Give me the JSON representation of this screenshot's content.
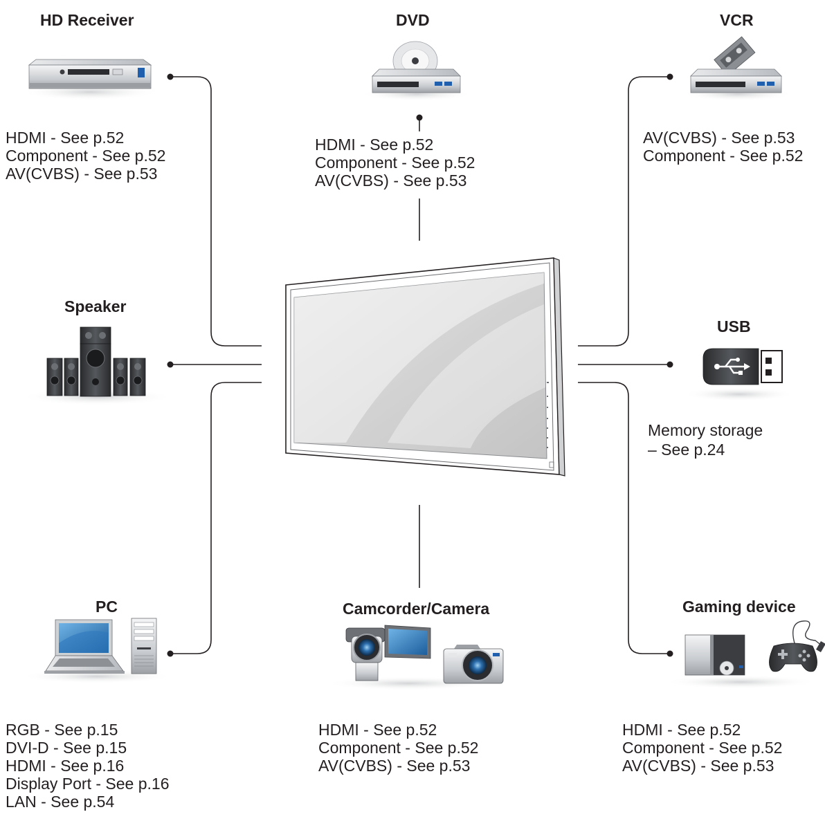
{
  "devices": {
    "hd_receiver": {
      "title": "HD Receiver",
      "lines": [
        "HDMI - See p.52",
        "Component - See p.52",
        "AV(CVBS) - See p.53"
      ]
    },
    "dvd": {
      "title": "DVD",
      "lines": [
        "HDMI - See p.52",
        "Component - See p.52",
        "AV(CVBS) - See p.53"
      ]
    },
    "vcr": {
      "title": "VCR",
      "lines": [
        "AV(CVBS) - See p.53",
        "Component - See p.52"
      ]
    },
    "speaker": {
      "title": "Speaker"
    },
    "usb": {
      "title": "USB",
      "lines": [
        "Memory storage",
        "– See p.24"
      ]
    },
    "pc": {
      "title": "PC",
      "lines": [
        "RGB - See p.15",
        "DVI-D - See p.15",
        "HDMI - See p.16",
        "Display Port - See p.16",
        "LAN - See p.54"
      ]
    },
    "camcorder": {
      "title": "Camcorder/Camera",
      "lines": [
        "HDMI - See p.52",
        "Component - See p.52",
        "AV(CVBS) - See p.53"
      ]
    },
    "gaming": {
      "title": "Gaming device",
      "lines": [
        "HDMI - See p.52",
        "Component - See p.52",
        "AV(CVBS) - See p.53"
      ]
    }
  },
  "colors": {
    "line": "#231f20",
    "device_silver": "#d9dbdd",
    "device_dark": "#3b3d40",
    "led_blue": "#1f5fae",
    "screen_blue": "#2a79c1"
  },
  "icons": [
    "hd-receiver-icon",
    "dvd-player-icon",
    "vcr-icon",
    "speaker-system-icon",
    "usb-drive-icon",
    "laptop-icon",
    "pc-tower-icon",
    "camcorder-icon",
    "camera-icon",
    "game-console-icon",
    "gamepad-icon",
    "display-monitor-icon"
  ]
}
